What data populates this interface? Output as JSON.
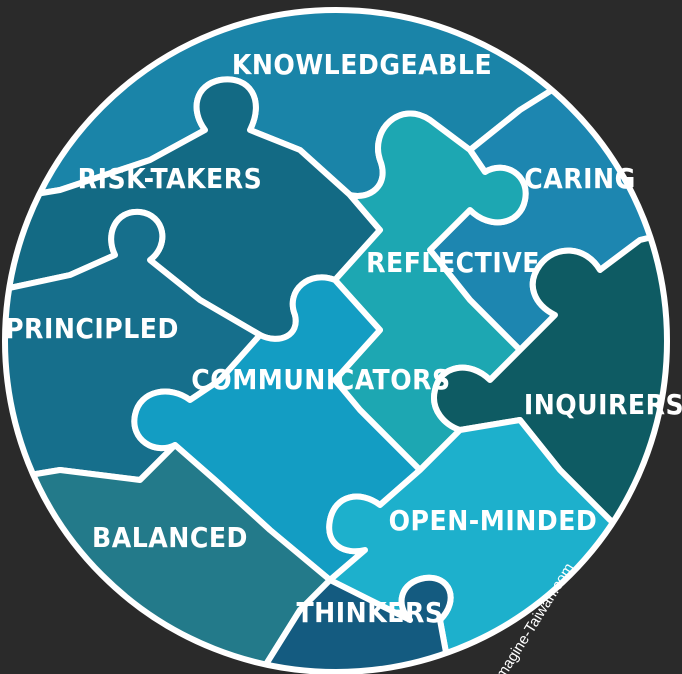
{
  "pieces": [
    {
      "id": "knowledgeable",
      "label": "Knowledgeable",
      "color": "#1a84a8"
    },
    {
      "id": "risk-takers",
      "label": "Risk-takers",
      "color": "#136a84"
    },
    {
      "id": "caring",
      "label": "Caring",
      "color": "#1d86b0"
    },
    {
      "id": "reflective",
      "label": "Reflective",
      "color": "#1da7b2"
    },
    {
      "id": "principled",
      "label": "Principled",
      "color": "#166f8c"
    },
    {
      "id": "communicators",
      "label": "Communicators",
      "color": "#139dc3"
    },
    {
      "id": "inquirers",
      "label": "Inquirers",
      "color": "#0e5b63"
    },
    {
      "id": "balanced",
      "label": "Balanced",
      "color": "#237a8a"
    },
    {
      "id": "open-minded",
      "label": "Open-minded",
      "color": "#1db0cc"
    },
    {
      "id": "thinkers",
      "label": "Thinkers",
      "color": "#145b80"
    }
  ],
  "watermark": "imagine-Taiwan.com",
  "colors": {
    "background": "#2a2a2a",
    "outline": "#ffffff",
    "watermark_bg": "#1db0cc"
  }
}
